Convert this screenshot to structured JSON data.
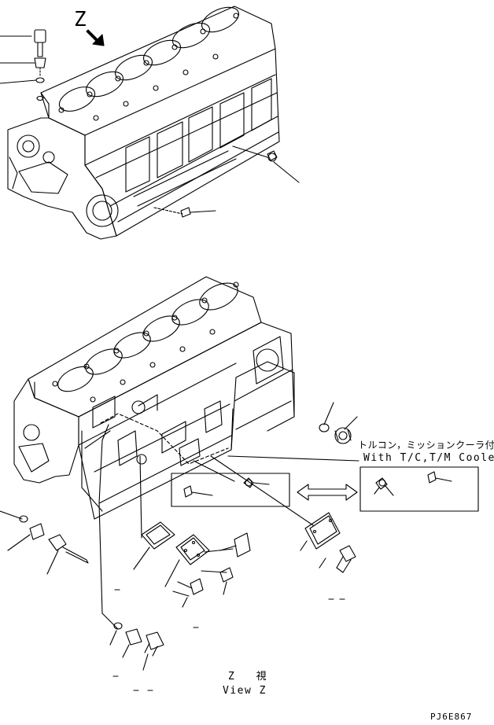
{
  "labels": {
    "view_letter": "Z",
    "note_jp": "トルコン，ミッションクーラ付",
    "note_en": "With T/C,T/M Cooler",
    "caption_jp": "Z 視",
    "caption_en": "View Z",
    "drawing_code": "PJ6E867"
  }
}
